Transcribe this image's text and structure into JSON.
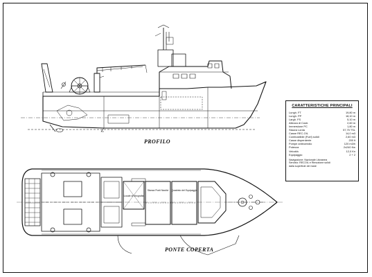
{
  "drawing": {
    "profile_title": "PROFILO",
    "deck_title": "PONTE COPERTA",
    "rooms": {
      "store": "Locale di Idrografia",
      "wheelhouse": "Stanza Punti Nautici",
      "mess": "Quadrato del Equipaggio"
    }
  },
  "specs": {
    "title": "CARATTERISTICHE PRINCIPALI",
    "rows": [
      {
        "k": "Lungh. FT",
        "v": "19,80 m"
      },
      {
        "k": "Lungh. PP",
        "v": "18,10 m"
      },
      {
        "k": "Largh. FS",
        "v": "5,10 m"
      },
      {
        "k": "Altezza di Costr.",
        "v": "2,60 m"
      },
      {
        "k": "Immersione PC",
        "v": "1,80 m"
      },
      {
        "k": "Stazza Lorda",
        "v": "57,75 TSL"
      },
      {
        "k": "Casse REC-OIL",
        "v": "14,0 m3"
      },
      {
        "k": "Combustibile (Fuel) solidi",
        "v": "2,60 m3"
      },
      {
        "k": "Casse disperdente",
        "v": "200 lt"
      },
      {
        "k": "Pompe antincendio",
        "v": "120 m3/h"
      },
      {
        "k": "Potenza",
        "v": "2x240 Kw"
      },
      {
        "k": "Velocità",
        "v": "12,0 Kn"
      },
      {
        "k": "Equipaggio",
        "v": "2 + 2"
      }
    ],
    "notes": [
      "Navigazione: Nazionale Litoranea",
      "Servizio: RECOIL e Rimozione solidi",
      "dalla superficie del mare"
    ]
  }
}
